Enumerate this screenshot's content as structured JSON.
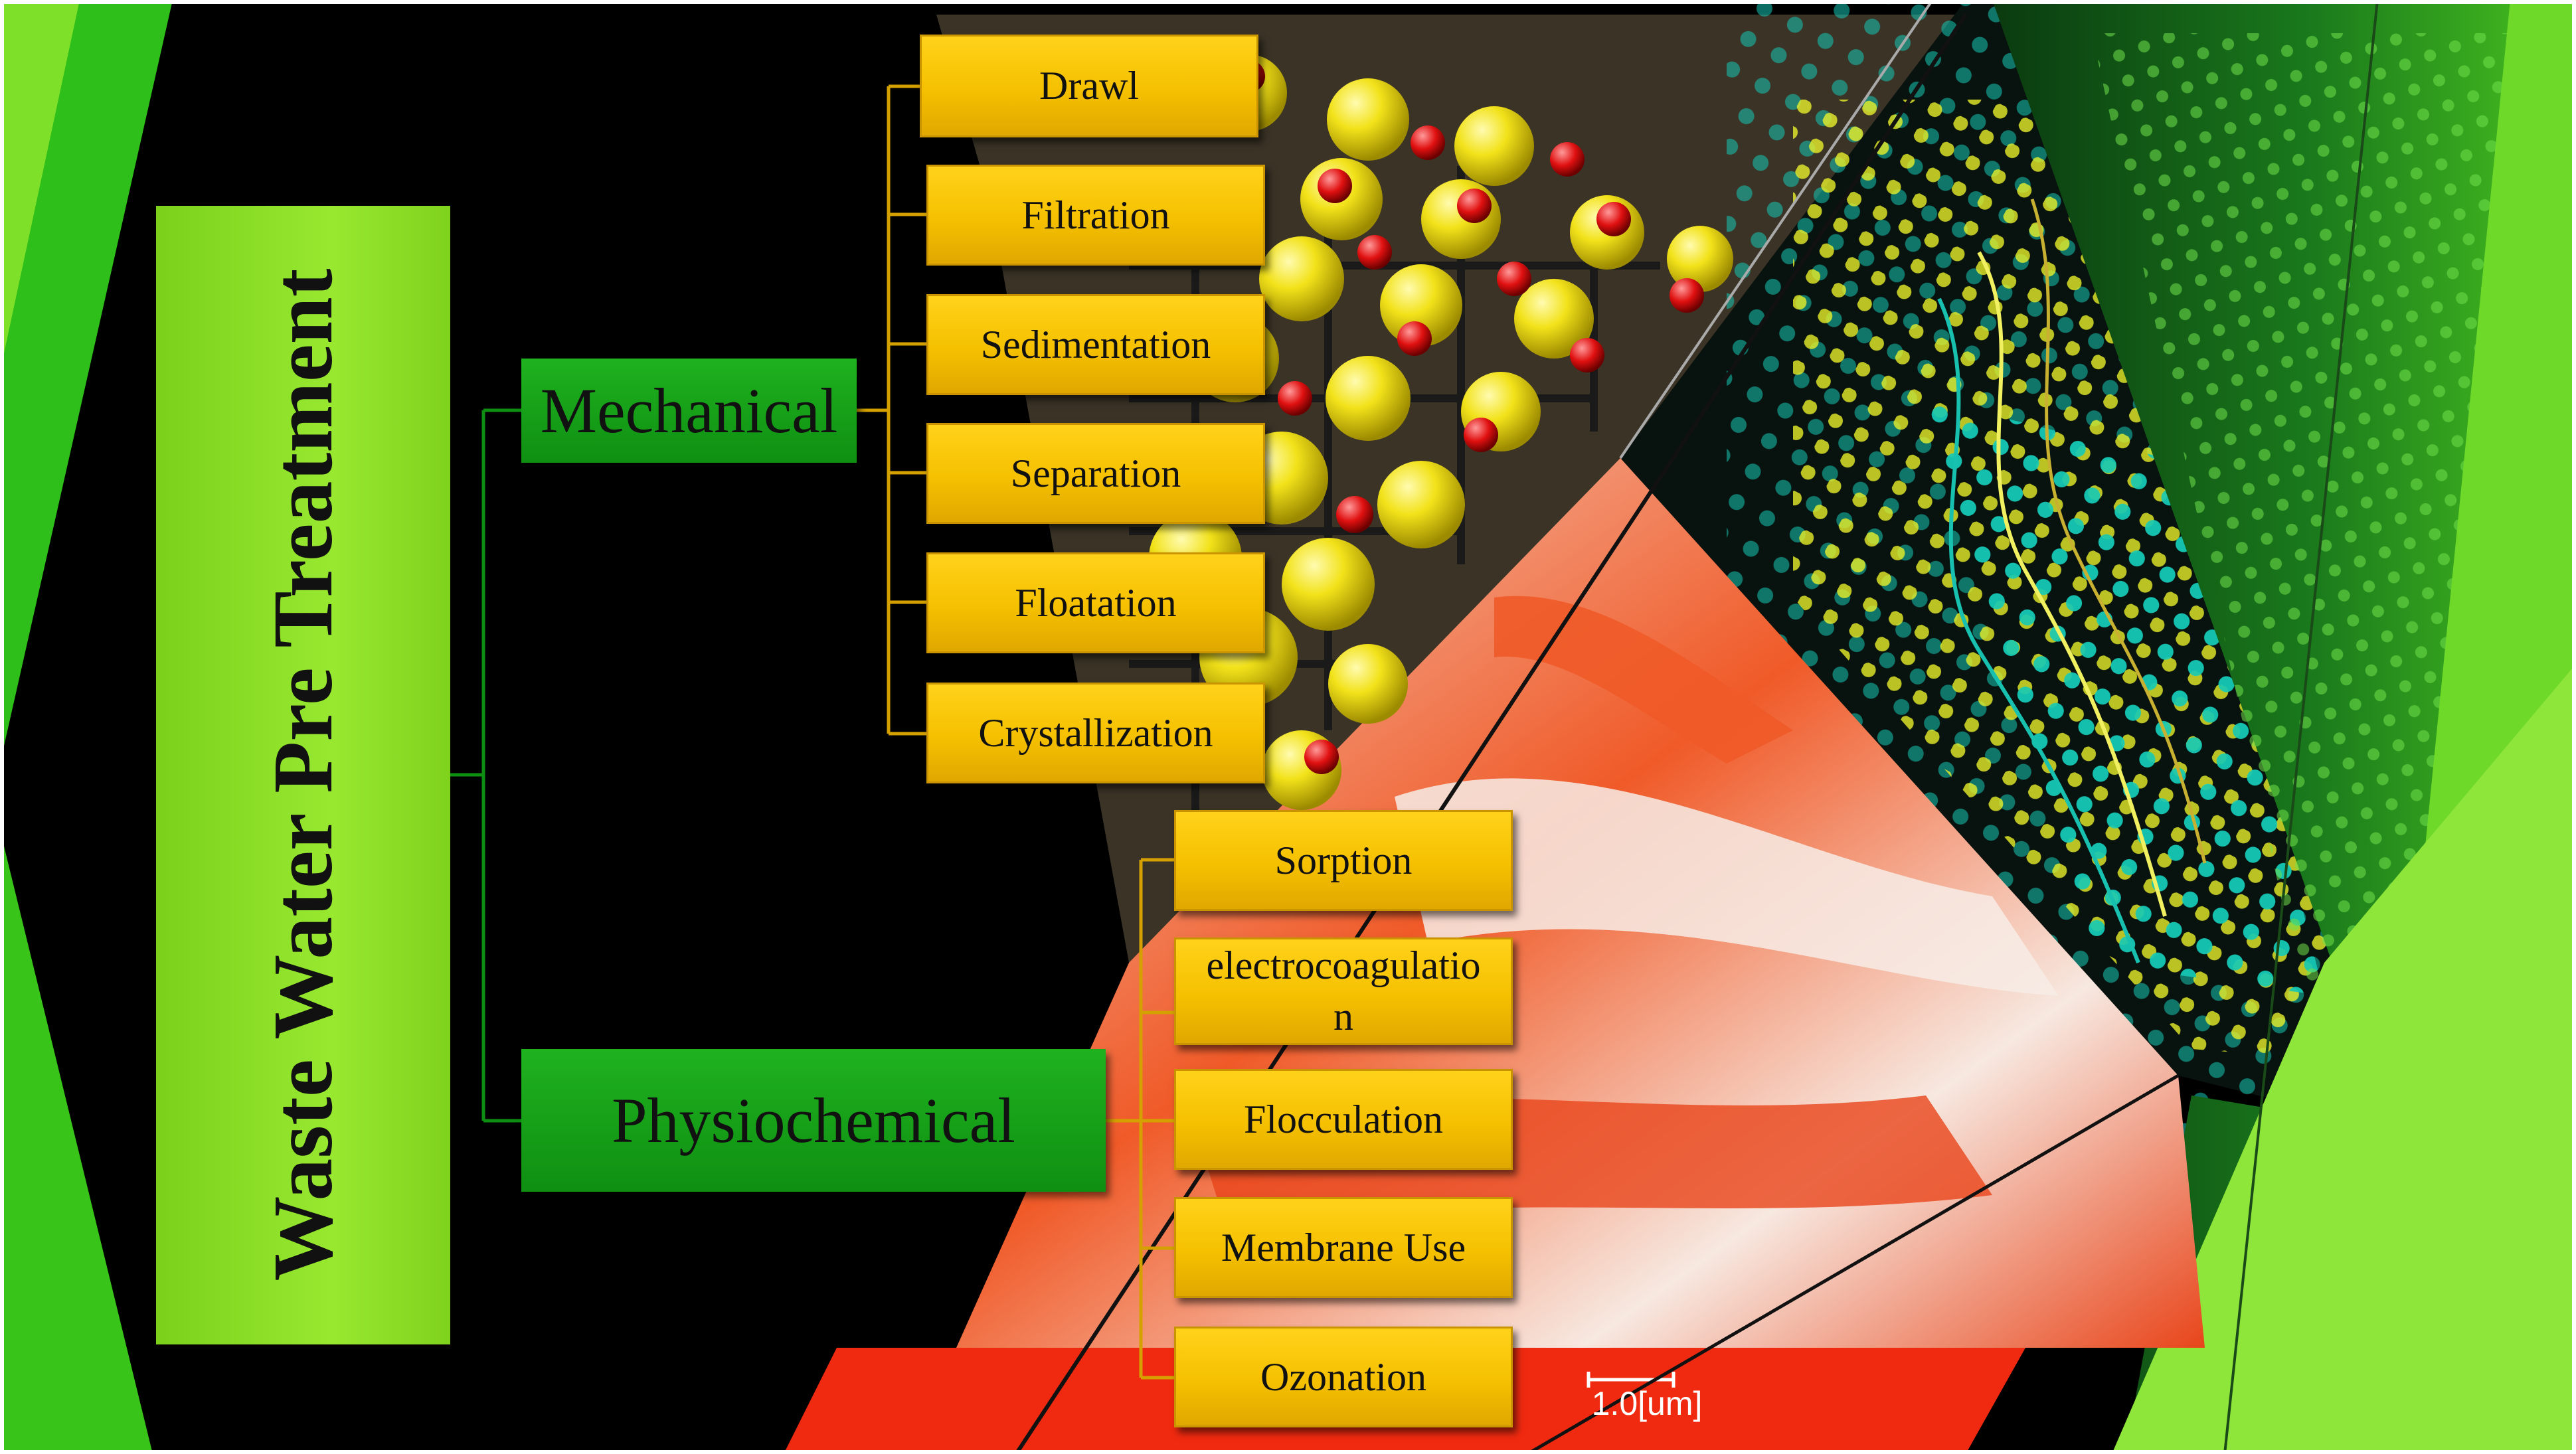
{
  "title": "Waste Water Pre Treatment",
  "branches": [
    {
      "label": "Mechanical",
      "children": [
        "Drawl",
        "Filtration",
        "Sedimentation",
        "Separation",
        "Floatation",
        "Crystallization"
      ]
    },
    {
      "label": "Physiochemical",
      "children": [
        "Sorption",
        "electrocoagulatio\nn",
        "Flocculation",
        "Membrane Use",
        "Ozonation"
      ]
    }
  ],
  "scale_bar": "1.0[um]",
  "colors": {
    "leaf_yellow": "#f5c000",
    "branch_green": "#0f8f12",
    "root_green": "#8ee02a",
    "connector": "#d4a100",
    "background": "#000000"
  }
}
